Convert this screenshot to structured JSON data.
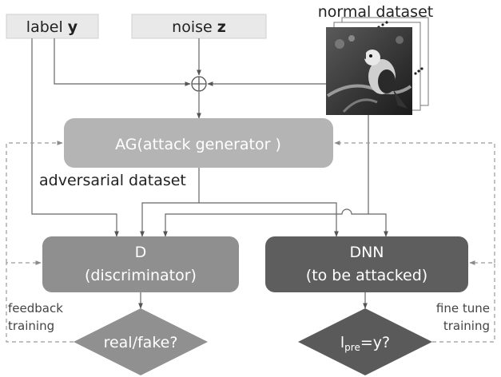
{
  "inputs": {
    "label_prefix": "label ",
    "label_symbol": "y",
    "noise_prefix": "noise ",
    "noise_symbol": "z",
    "dataset_label": "normal dataset"
  },
  "nodes": {
    "generator": "AG(attack generator )",
    "adversarial_label": "adversarial dataset",
    "discriminator_line1": "D",
    "discriminator_line2": "(discriminator)",
    "target_line1": "DNN",
    "target_line2": "(to be attacked)",
    "decision_real_fake": "real/fake?",
    "decision_pred_base": "l",
    "decision_pred_sub": "pre",
    "decision_pred_rest": "=y?"
  },
  "side_labels": {
    "feedback_line1": "feedback",
    "feedback_line2": "training",
    "finetune_line1": "fine tune",
    "finetune_line2": "training"
  },
  "colors": {
    "input_box": "#e9e9e9",
    "generator_box": "#b4b4b4",
    "discriminator_box": "#8f8f8f",
    "target_box": "#5e5e5e",
    "diamond_light": "#909090",
    "diamond_dark": "#5a5a5a",
    "line": "#666666",
    "dashed": "#9a9a9a"
  }
}
